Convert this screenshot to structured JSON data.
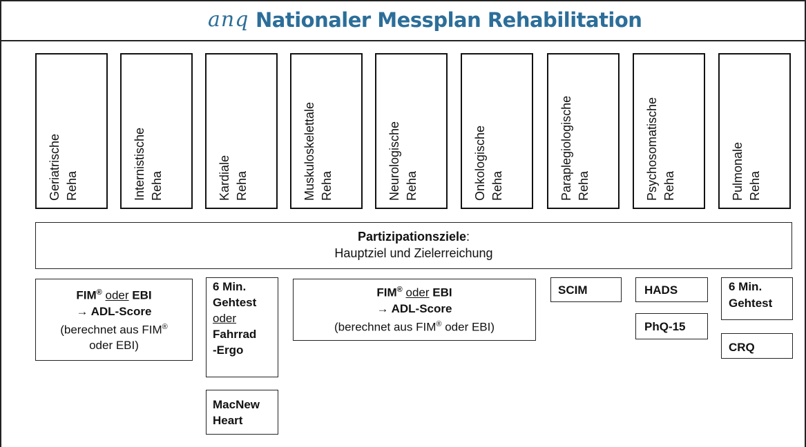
{
  "header": {
    "logo": "anq",
    "title": "Nationaler Messplan Rehabilitation"
  },
  "columns": [
    {
      "line1": "Geriatrische",
      "line2": "Reha"
    },
    {
      "line1": "Internistische",
      "line2": "Reha"
    },
    {
      "line1": "Kardiale",
      "line2": "Reha"
    },
    {
      "line1": "Muskuloskelettale",
      "line2": "Reha"
    },
    {
      "line1": "Neurologische",
      "line2": "Reha"
    },
    {
      "line1": "Onkologische",
      "line2": "Reha"
    },
    {
      "line1": "Paraplegiologische",
      "line2": "Reha"
    },
    {
      "line1": "Psychosomatische",
      "line2": "Reha"
    },
    {
      "line1": "Pulmonale",
      "line2": "Reha"
    }
  ],
  "participation": {
    "title": "Partizipationsziele",
    "colon": ":",
    "subtitle": "Hauptziel und Zielerreichung"
  },
  "boxes": {
    "fim1": {
      "fim": "FIM",
      "reg": "®",
      "oder": "oder",
      "ebi": "EBI",
      "adl": "→ ADL-Score",
      "calc1": "(berechnet aus FIM",
      "reg2": "®",
      "calc2": "oder EBI)"
    },
    "kardial": {
      "l1": "6 Min.",
      "l2": "Gehtest",
      "l3": "oder",
      "l4": "Fahrrad",
      "l5": "-Ergo"
    },
    "macnew": {
      "l1": "MacNew",
      "l2": "Heart"
    },
    "fim2": {
      "fim": "FIM",
      "reg": "®",
      "oder": "oder",
      "ebi": "EBI",
      "adl": "→ ADL-Score",
      "calc1": "(berechnet aus FIM",
      "reg2": "®",
      "calc2": "oder EBI)"
    },
    "scim": "SCIM",
    "hads": "HADS",
    "phq": "PhQ-15",
    "pulm": {
      "l1": "6 Min.",
      "l2": "Gehtest"
    },
    "crq": "CRQ"
  }
}
